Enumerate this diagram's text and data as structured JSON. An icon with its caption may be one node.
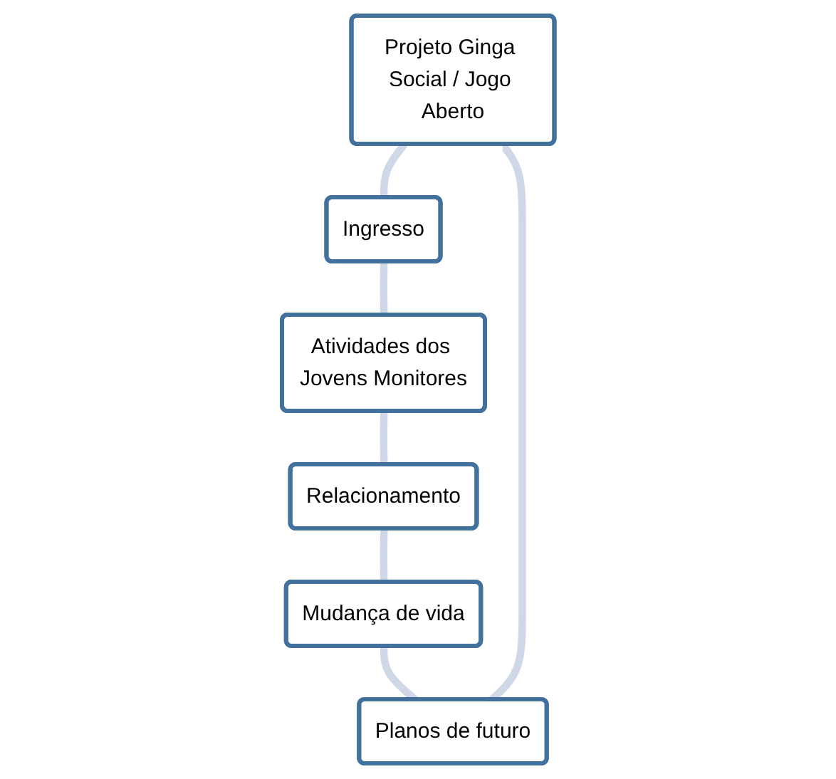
{
  "diagram": {
    "nodes": [
      {
        "text": [
          "Projeto Ginga Social / Jogo Aberto"
        ]
      },
      {
        "text": [
          "Ingresso"
        ]
      },
      {
        "text": [
          "Atividades dos Jovens Monitores"
        ]
      },
      {
        "text": [
          "Relacionamento"
        ]
      },
      {
        "text": [
          "Mudança de vida"
        ]
      },
      {
        "text": [
          "Planos de futuro"
        ]
      }
    ],
    "edges": [
      {
        "from": 0,
        "to": 1,
        "arrow": "none"
      },
      {
        "from": 1,
        "to": 2,
        "arrow": "none"
      },
      {
        "from": 2,
        "to": 3,
        "arrow": "none"
      },
      {
        "from": 3,
        "to": 4,
        "arrow": "none"
      },
      {
        "from": 4,
        "to": 5,
        "arrow": "none"
      },
      {
        "from": 5,
        "to": 0,
        "arrow": "to"
      }
    ]
  }
}
